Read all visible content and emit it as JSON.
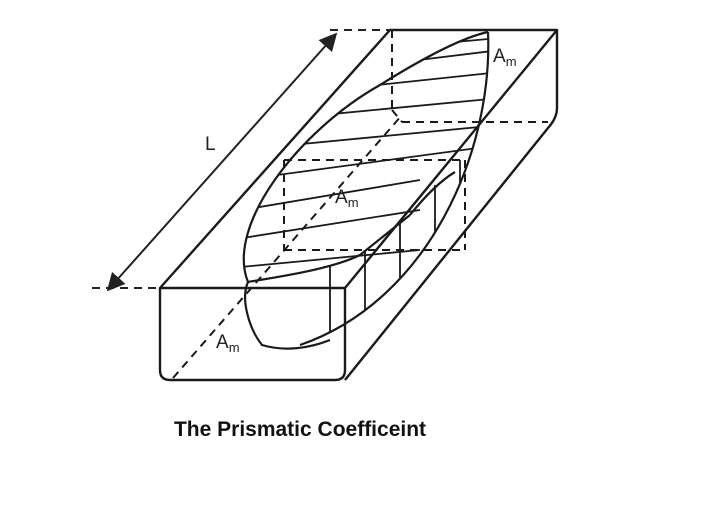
{
  "diagram": {
    "length_label": "L",
    "area_label": {
      "base": "A",
      "subscript": "m"
    },
    "caption": "The Prismatic Coefficeint"
  }
}
